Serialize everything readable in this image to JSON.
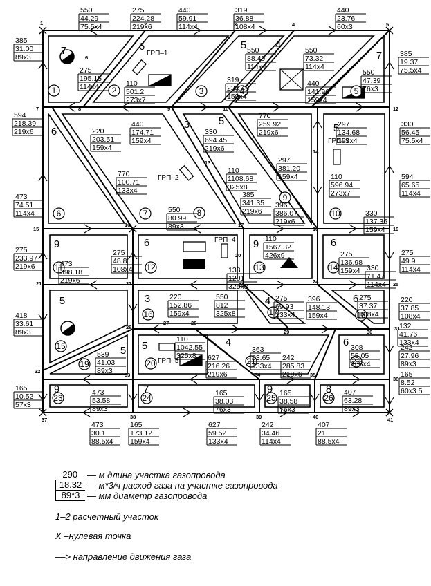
{
  "nodes": [
    "1",
    "2",
    "3",
    "4",
    "5",
    "6",
    "7",
    "8",
    "9",
    "10",
    "11",
    "12",
    "13",
    "14",
    "15",
    "16",
    "17",
    "18",
    "19",
    "20",
    "21",
    "22",
    "23",
    "24",
    "25",
    "26",
    "27",
    "28",
    "29",
    "30",
    "31",
    "32",
    "33",
    "34",
    "35",
    "36",
    "37",
    "38",
    "39",
    "40",
    "41"
  ],
  "grp": [
    "ГРП–1",
    "ГРП–2",
    "ГРП–3",
    "ГРП–4",
    "ГРП–5"
  ],
  "quarters": [
    {
      "num": "1",
      "floors": "7"
    },
    {
      "num": "2",
      "floors": "6"
    },
    {
      "num": "3",
      "floors": "5"
    },
    {
      "num": "4",
      "floors": "4"
    },
    {
      "num": "5",
      "floors": "7"
    },
    {
      "num": "6",
      "floors": "6"
    },
    {
      "num": "7",
      "floors": "3"
    },
    {
      "num": "8",
      "floors": "5"
    },
    {
      "num": "9",
      "floors": ""
    },
    {
      "num": "10",
      "floors": "5"
    },
    {
      "num": "11",
      "floors": "9"
    },
    {
      "num": "12",
      "floors": "6"
    },
    {
      "num": "13",
      "floors": "9"
    },
    {
      "num": "14",
      "floors": "6"
    },
    {
      "num": "15",
      "floors": "5"
    },
    {
      "num": "16",
      "floors": "3"
    },
    {
      "num": "17",
      "floors": "4"
    },
    {
      "num": "18",
      "floors": "6"
    },
    {
      "num": "19",
      "floors": "5"
    },
    {
      "num": "20",
      "floors": "5"
    },
    {
      "num": "21",
      "floors": "4"
    },
    {
      "num": "22",
      "floors": "6"
    },
    {
      "num": "23",
      "floors": "9"
    },
    {
      "num": "24",
      "floors": "7"
    },
    {
      "num": "25",
      "floors": "9"
    },
    {
      "num": "26",
      "floors": "8"
    }
  ],
  "segments": [
    {
      "length": "550",
      "flow": "44.29",
      "diameter": "75.5x4"
    },
    {
      "length": "275",
      "flow": "224.28",
      "diameter": "219x6"
    },
    {
      "length": "440",
      "flow": "59.91",
      "diameter": "114x4"
    },
    {
      "length": "319",
      "flow": "36.88",
      "diameter": "108x4"
    },
    {
      "length": "440",
      "flow": "23.76",
      "diameter": "60x3"
    },
    {
      "length": "385",
      "flow": "31.00",
      "diameter": "89x3"
    },
    {
      "length": "275",
      "flow": "195.15",
      "diameter": "114x4"
    },
    {
      "length": "110",
      "flow": "501.2",
      "diameter": "273x7"
    },
    {
      "length": "550",
      "flow": "88.49",
      "diameter": "114x4"
    },
    {
      "length": "550",
      "flow": "73.32",
      "diameter": "114x4"
    },
    {
      "length": "319",
      "flow": "234.46",
      "diameter": "159x4"
    },
    {
      "length": "440",
      "flow": "141.96",
      "diameter": "159x4"
    },
    {
      "length": "550",
      "flow": "47.39",
      "diameter": "76x3"
    },
    {
      "length": "385",
      "flow": "19.37",
      "diameter": "75.5x4"
    },
    {
      "length": "594",
      "flow": "218.39",
      "diameter": "219x6"
    },
    {
      "length": "220",
      "flow": "203.51",
      "diameter": "159x4"
    },
    {
      "length": "440",
      "flow": "174.71",
      "diameter": "159x4"
    },
    {
      "length": "330",
      "flow": "694.45",
      "diameter": "219x6"
    },
    {
      "length": "770",
      "flow": "259.92",
      "diameter": "219x6"
    },
    {
      "length": "297",
      "flow": "134.68",
      "diameter": "159x4"
    },
    {
      "length": "330",
      "flow": "56.45",
      "diameter": "75.5x4"
    },
    {
      "length": "770",
      "flow": "100.71",
      "diameter": "133x4"
    },
    {
      "length": "110",
      "flow": "1108.68",
      "diameter": "325x8"
    },
    {
      "length": "297",
      "flow": "381.20",
      "diameter": "159x4"
    },
    {
      "length": "110",
      "flow": "596.94",
      "diameter": "273x7"
    },
    {
      "length": "594",
      "flow": "65.65",
      "diameter": "114x4"
    },
    {
      "length": "473",
      "flow": "74.51",
      "diameter": "114x4"
    },
    {
      "length": "385",
      "flow": "341.35",
      "diameter": "219x6"
    },
    {
      "length": "396",
      "flow": "386.07",
      "diameter": "219x6"
    },
    {
      "length": "330",
      "flow": "137.36",
      "diameter": "159x4"
    },
    {
      "length": "550",
      "flow": "80.99",
      "diameter": "89x3"
    },
    {
      "length": "110",
      "flow": "1567.32",
      "diameter": "426x9"
    },
    {
      "length": "275",
      "flow": "233.97",
      "diameter": "219x6"
    },
    {
      "length": "275",
      "flow": "48.81",
      "diameter": "108x4"
    },
    {
      "length": "473",
      "flow": "398.18",
      "diameter": "219x6"
    },
    {
      "length": "138",
      "flow": "1201",
      "diameter": "325x8"
    },
    {
      "length": "275",
      "flow": "136.98",
      "diameter": "159x4"
    },
    {
      "length": "275",
      "flow": "49.9",
      "diameter": "114x4"
    },
    {
      "length": "330",
      "flow": "71.47",
      "diameter": "114x4"
    },
    {
      "length": "220",
      "flow": "152.86",
      "diameter": "159x4"
    },
    {
      "length": "550",
      "flow": "812",
      "diameter": "325x8"
    },
    {
      "length": "275",
      "flow": "69.93",
      "diameter": "133x4"
    },
    {
      "length": "396",
      "flow": "148.13",
      "diameter": "159x4"
    },
    {
      "length": "275",
      "flow": "37.37",
      "diameter": "108x4"
    },
    {
      "length": "220",
      "flow": "37.85",
      "diameter": "108x4"
    },
    {
      "length": "418",
      "flow": "33.61",
      "diameter": "89x3"
    },
    {
      "length": "132",
      "flow": "41.76",
      "diameter": "133x4"
    },
    {
      "length": "110",
      "flow": "1042.55",
      "diameter": "325x8"
    },
    {
      "length": "363",
      "flow": "83.65",
      "diameter": "133x4"
    },
    {
      "length": "308",
      "flow": "55.05",
      "diameter": "108x4"
    },
    {
      "length": "539",
      "flow": "41.03",
      "diameter": "89x3"
    },
    {
      "length": "627",
      "flow": "216.26",
      "diameter": "219x6"
    },
    {
      "length": "242",
      "flow": "285.83",
      "diameter": "219x6"
    },
    {
      "length": "242",
      "flow": "27.96",
      "diameter": "89x3"
    },
    {
      "length": "165",
      "flow": "8.52",
      "diameter": "60x3.5"
    },
    {
      "length": "165",
      "flow": "10.52",
      "diameter": "57x3"
    },
    {
      "length": "473",
      "flow": "53.58",
      "diameter": "89x3"
    },
    {
      "length": "165",
      "flow": "38.03",
      "diameter": "76x3"
    },
    {
      "length": "165",
      "flow": "38.58",
      "diameter": "76x3"
    },
    {
      "length": "407",
      "flow": "63.28",
      "diameter": "89x3"
    },
    {
      "length": "473",
      "flow": "30.1",
      "diameter": "88.5x4"
    },
    {
      "length": "165",
      "flow": "173.12",
      "diameter": "159x4"
    },
    {
      "length": "627",
      "flow": "59.52",
      "diameter": "133x4"
    },
    {
      "length": "242",
      "flow": "34.46",
      "diameter": "114x4"
    },
    {
      "length": "407",
      "flow": "21",
      "diameter": "88.5x4"
    }
  ],
  "legend": {
    "sample_length": "290",
    "sample_flow": "18.32",
    "sample_diameter": "89*3",
    "length_desc": "— м  длина  участка  газопровода",
    "flow_desc": "— м*3/ч     расход  газа  на  участке  газопровода",
    "diameter_desc": "— мм    диаметр  газопровода",
    "section_desc": "1–2  расчетный  участок",
    "zero_point_desc": "Х –нулевая  точка",
    "direction_desc": "––>  направление  движения  газа"
  }
}
